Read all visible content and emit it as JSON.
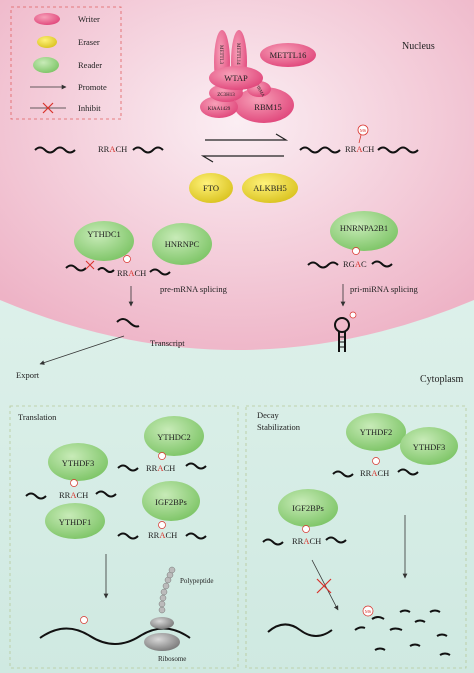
{
  "legend": {
    "writer": "Writer",
    "eraser": "Eraser",
    "reader": "Reader",
    "promote": "Promote",
    "inhibit": "Inhibit"
  },
  "regions": {
    "nucleus": "Nucleus",
    "cytoplasm": "Cytoplasm"
  },
  "writers": {
    "mettl3": "METTL3",
    "mettl14": "METTL14",
    "mettl16": "METTL16",
    "wtap": "WTAP",
    "zc3h13": "ZC3H13",
    "virma": "VIRMA",
    "rbm15": "RBM15",
    "kiaa1429": "KIAA1429"
  },
  "erasers": {
    "fto": "FTO",
    "alkbh5": "ALKBH5"
  },
  "motif": {
    "rrach_pre": "RR",
    "rrach_a": "A",
    "rrach_post": "CH",
    "m6a": "M6",
    "rgac_pre": "RG",
    "rgac_a": "A",
    "rgac_post": "C"
  },
  "readers": {
    "ythdc1": "YTHDC1",
    "hnrnpc": "HNRNPC",
    "hnrnpa2b1": "HNRNPA2B1",
    "ythdf3": "YTHDF3",
    "ythdc2": "YTHDC2",
    "ythdf1": "YTHDF1",
    "igf2bps": "IGF2BPs",
    "ythdf2": "YTHDF2"
  },
  "process_labels": {
    "pre_mrna_splicing": "pre-mRNA splicing",
    "pri_mirna_splicing": "pri-miRNA splicing",
    "transcript": "Transcript",
    "export": "Export",
    "translation": "Translation",
    "decay": "Decay",
    "stabilization": "Stabilization",
    "polypeptide": "Polypeptide",
    "ribosome": "Ribosome"
  },
  "colors": {
    "writer": "#e8507a",
    "eraser": "#e9d23a",
    "reader": "#8fcf7a",
    "nucleus_bg": "#f2c5d2",
    "cytoplasm_bg": "#d9efe8",
    "accent_red": "#d9322b"
  }
}
